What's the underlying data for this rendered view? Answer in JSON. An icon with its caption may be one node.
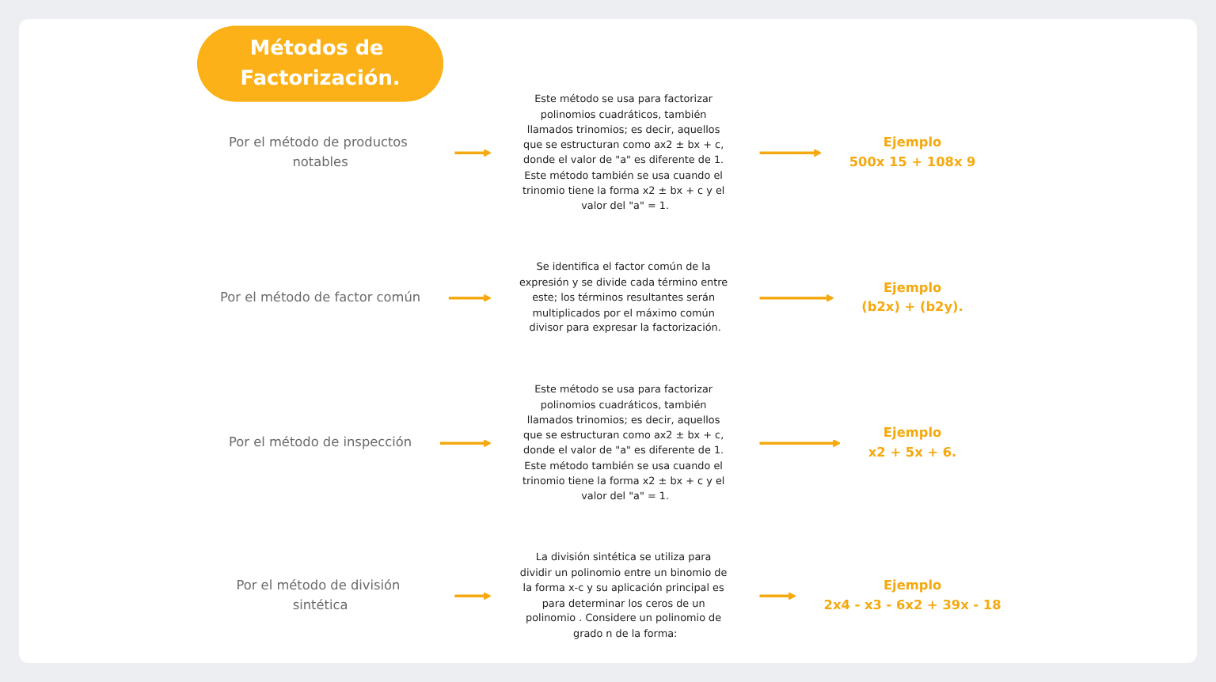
{
  "diagram": {
    "nodes": [
      {
        "text": [
          "Métodos de Factorización."
        ]
      },
      {
        "text": [
          "Por el método de productos notables"
        ]
      },
      {
        "text": [
          "Este método se usa para factorizar polinomios cuadráticos, también llamados trinomios; es decir, aquellos que se estructuran como ax2 ± bx + c, donde el valor de \"a\" es diferente de 1. Este método también se usa cuando el trinomio tiene la forma x2 ± bx + c y el valor del \"a\" = 1."
        ]
      },
      {
        "text": [
          "Ejemplo",
          "500x 15 + 108x 9"
        ]
      },
      {
        "text": [
          "Por el método de factor común"
        ]
      },
      {
        "text": [
          "Se identifica el factor común de la expresión y se divide cada término entre este; los términos resultantes serán multiplicados por el máximo común divisor para expresar la factorización."
        ]
      },
      {
        "text": [
          "Ejemplo",
          "(b2x) + (b2y)."
        ]
      },
      {
        "text": [
          "Por el método de inspección"
        ]
      },
      {
        "text": [
          "Este método se usa para factorizar polinomios cuadráticos, también llamados trinomios; es decir, aquellos que se estructuran como ax2 ± bx + c, donde el valor de \"a\" es diferente de 1. Este método también se usa cuando el trinomio tiene la forma x2 ± bx + c y el valor del \"a\" = 1."
        ]
      },
      {
        "text": [
          "Ejemplo",
          "x2 + 5x + 6."
        ]
      },
      {
        "text": [
          "Por el método de división sintética"
        ]
      },
      {
        "text": [
          "La división sintética se utiliza para dividir un polinomio entre un binomio de la forma x-c y su aplicación principal es para determinar los ceros de un polinomio . Considere un polinomio de grado n de la forma:"
        ]
      },
      {
        "text": [
          "Ejemplo",
          "2x4 - x3 - 6x2 + 39x - 18"
        ]
      }
    ],
    "edges": [
      {
        "from": 1,
        "to": 2,
        "arrow": "to"
      },
      {
        "from": 2,
        "to": 3,
        "arrow": "to"
      },
      {
        "from": 4,
        "to": 5,
        "arrow": "to"
      },
      {
        "from": 5,
        "to": 6,
        "arrow": "to"
      },
      {
        "from": 7,
        "to": 8,
        "arrow": "to"
      },
      {
        "from": 8,
        "to": 9,
        "arrow": "to"
      },
      {
        "from": 10,
        "to": 11,
        "arrow": "to"
      },
      {
        "from": 11,
        "to": 12,
        "arrow": "to"
      }
    ]
  }
}
